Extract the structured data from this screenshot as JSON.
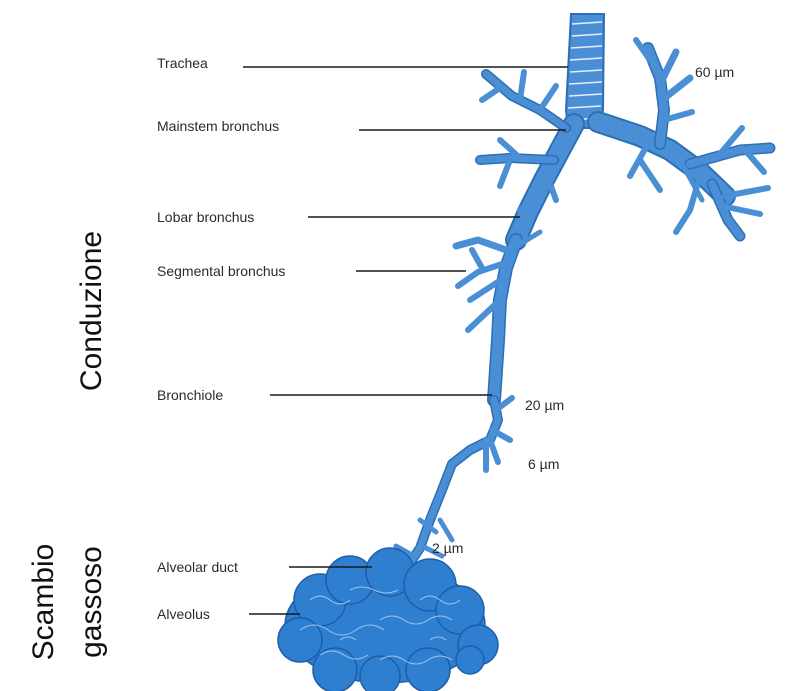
{
  "labels": {
    "trachea": "Trachea",
    "mainstem_bronchus": "Mainstem bronchus",
    "lobar_bronchus": "Lobar bronchus",
    "segmental_bronchus": "Segmental bronchus",
    "bronchiole": "Bronchiole",
    "alveolar_duct": "Alveolar duct",
    "alveolus": "Alveolus"
  },
  "measurements": {
    "m60": "60 µm",
    "m20": "20 µm",
    "m6": "6 µm",
    "m2": "2 µm"
  },
  "zones": {
    "conduction": "Conduzione",
    "gas_exchange_line1": "Scambio",
    "gas_exchange_line2": "gassoso"
  },
  "colors": {
    "airway": "#4a8fd6",
    "airway_edge": "#2c6fb5",
    "alveoli": "#2f7fd0"
  }
}
